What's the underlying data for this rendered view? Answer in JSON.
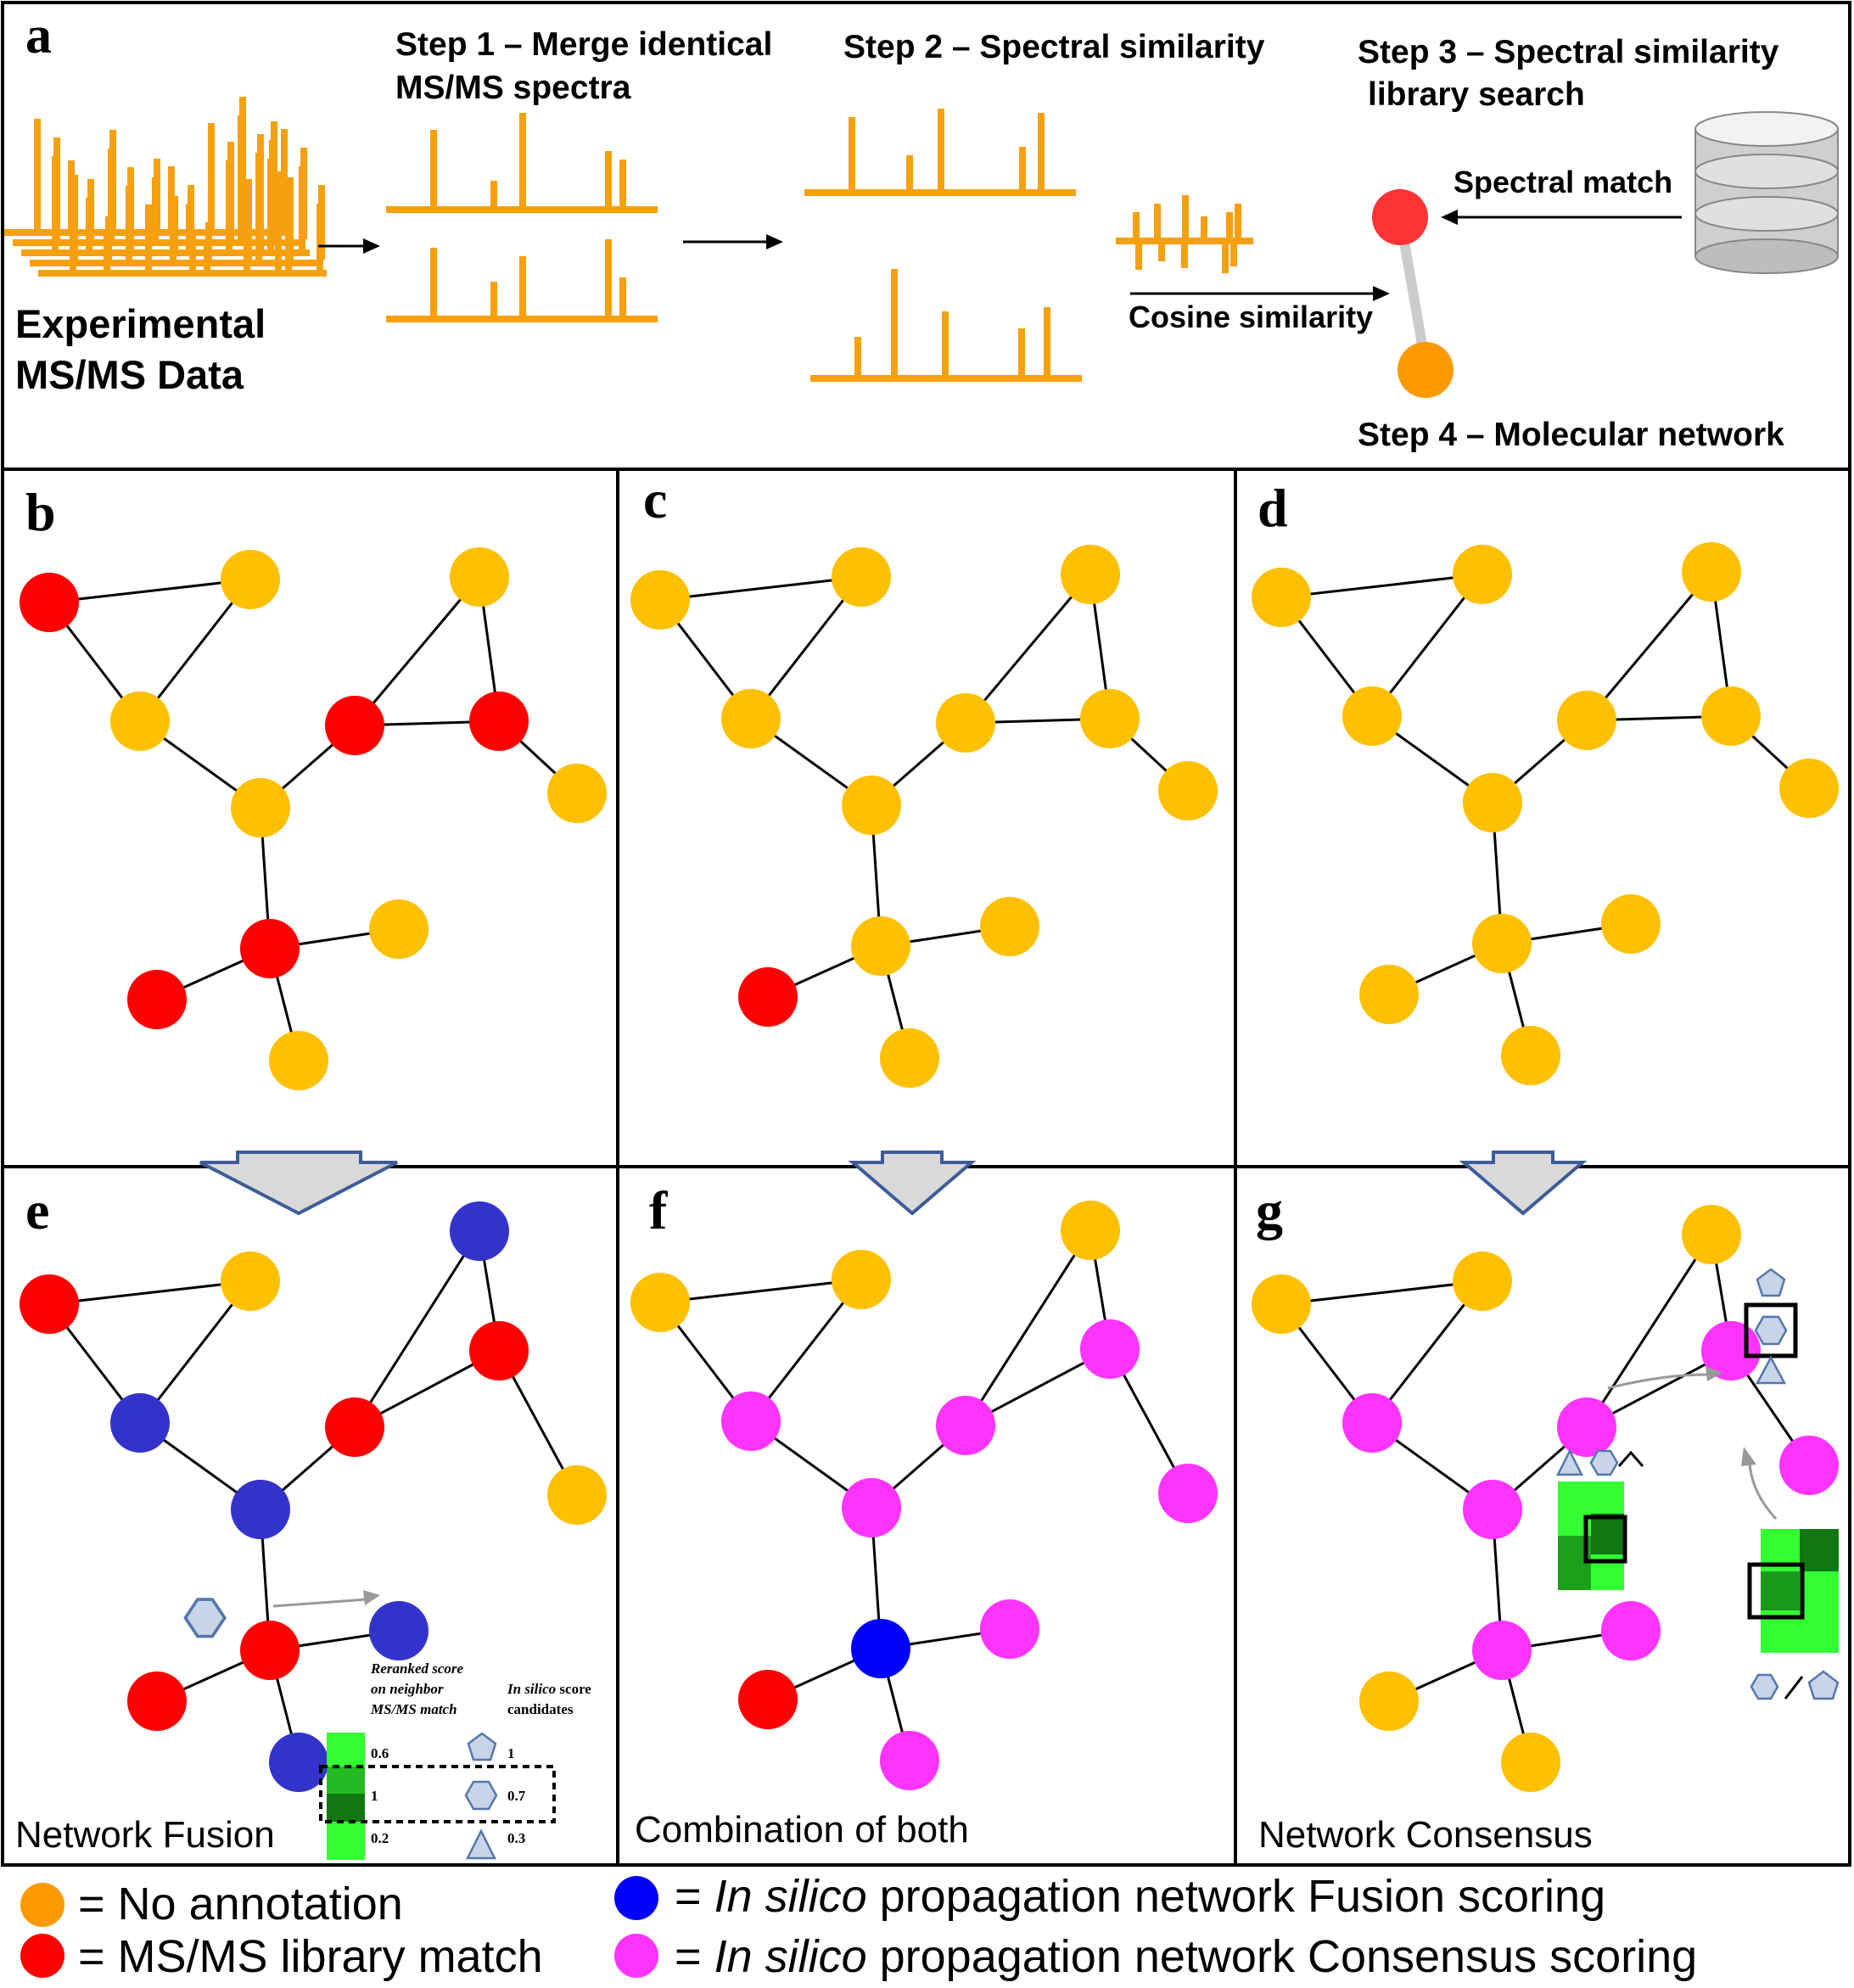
{
  "colors": {
    "no_annotation": "#FFC000",
    "library_match": "#FF0000",
    "fusion": "#3333CC",
    "fusion_bright": "#0000FF",
    "consensus": "#FF33FF",
    "spectrum": "#F7A00F",
    "edge": "#000000",
    "green_light": "#33FF33",
    "green_mid": "#22BB22",
    "green_dark": "#117711",
    "shape_stroke": "#5577AA",
    "shape_fill": "#C8D4E8",
    "arrow_fill": "#D9D9D9",
    "arrow_stroke": "#3D5C99"
  },
  "panel_a": {
    "letter": "a",
    "step1_line1": "Step 1 – Merge identical",
    "step1_line2": "MS/MS spectra",
    "step2": "Step 2 – Spectral similarity",
    "step3_line1": "Step 3 – Spectral similarity",
    "step3_line2": "library search",
    "step4": "Step 4 – Molecular network",
    "experimental_line1": "Experimental",
    "experimental_line2": "MS/MS Data",
    "spectral_match": "Spectral match",
    "cosine_similarity": "Cosine similarity",
    "database_icon": "database-icon"
  },
  "panels": {
    "b": {
      "letter": "b"
    },
    "c": {
      "letter": "c"
    },
    "d": {
      "letter": "d"
    },
    "e": {
      "letter": "e",
      "caption": "Network Fusion"
    },
    "f": {
      "letter": "f",
      "caption": "Combination of both"
    },
    "g": {
      "letter": "g",
      "caption": "Network Consensus"
    }
  },
  "score_table": {
    "header_left_1": "Reranked score",
    "header_left_2": "on neighbor",
    "header_left_3": "MS/MS match",
    "header_right_insilico": "In silico",
    "header_right_score": " score",
    "header_right_2": "candidates",
    "left_scores": [
      "0.6",
      "1",
      "0.2"
    ],
    "right_scores": [
      "1",
      "0.7",
      "0.3"
    ]
  },
  "network": {
    "nodes": [
      "n1",
      "n2",
      "n3",
      "n4",
      "n5",
      "n6",
      "n7",
      "n8",
      "n9",
      "n10",
      "n11",
      "n12",
      "n13"
    ],
    "edges": [
      [
        "n1",
        "n2"
      ],
      [
        "n1",
        "n3"
      ],
      [
        "n2",
        "n3"
      ],
      [
        "n3",
        "n4"
      ],
      [
        "n4",
        "n5"
      ],
      [
        "n5",
        "n6"
      ],
      [
        "n5",
        "n7"
      ],
      [
        "n7",
        "n8"
      ],
      [
        "n6",
        "n7"
      ],
      [
        "n4",
        "n9"
      ],
      [
        "n9",
        "n10"
      ],
      [
        "n9",
        "n11"
      ],
      [
        "n9",
        "n12"
      ]
    ],
    "states": {
      "b": {
        "n1": "M",
        "n2": "N",
        "n3": "N",
        "n4": "N",
        "n5": "M",
        "n6": "N",
        "n7": "M",
        "n8": "N",
        "n9": "M",
        "n10": "N",
        "n11": "M",
        "n12": "N"
      },
      "c": {
        "n1": "N",
        "n2": "N",
        "n3": "N",
        "n4": "N",
        "n5": "N",
        "n6": "N",
        "n7": "N",
        "n8": "N",
        "n9": "N",
        "n10": "N",
        "n11": "M",
        "n12": "N"
      },
      "d": {
        "n1": "N",
        "n2": "N",
        "n3": "N",
        "n4": "N",
        "n5": "N",
        "n6": "N",
        "n7": "N",
        "n8": "N",
        "n9": "N",
        "n10": "N",
        "n11": "N",
        "n12": "N"
      },
      "e": {
        "n1": "M",
        "n2": "N",
        "n3": "F",
        "n4": "F",
        "n5": "M",
        "n6": "F",
        "n7": "M",
        "n8": "N",
        "n9": "M",
        "n10": "F",
        "n11": "M",
        "n12": "F"
      },
      "f": {
        "n1": "N",
        "n2": "N",
        "n3": "C",
        "n4": "C",
        "n5": "C",
        "n6": "N",
        "n7": "C",
        "n8": "C",
        "n9": "B",
        "n10": "C",
        "n11": "M",
        "n12": "C"
      },
      "g": {
        "n1": "N",
        "n2": "N",
        "n3": "C",
        "n4": "C",
        "n5": "C",
        "n6": "N",
        "n7": "C",
        "n8": "C",
        "n9": "C",
        "n10": "C",
        "n11": "N",
        "n12": "N"
      }
    }
  },
  "legend": {
    "no_annotation": "= No annotation",
    "library_match": "= MS/MS library match",
    "fusion_eq": "=",
    "fusion_italic": "In silico",
    "fusion_rest": " propagation network Fusion scoring",
    "consensus_eq": "=",
    "consensus_italic": "In silico",
    "consensus_rest": " propagation network Consensus scoring"
  }
}
